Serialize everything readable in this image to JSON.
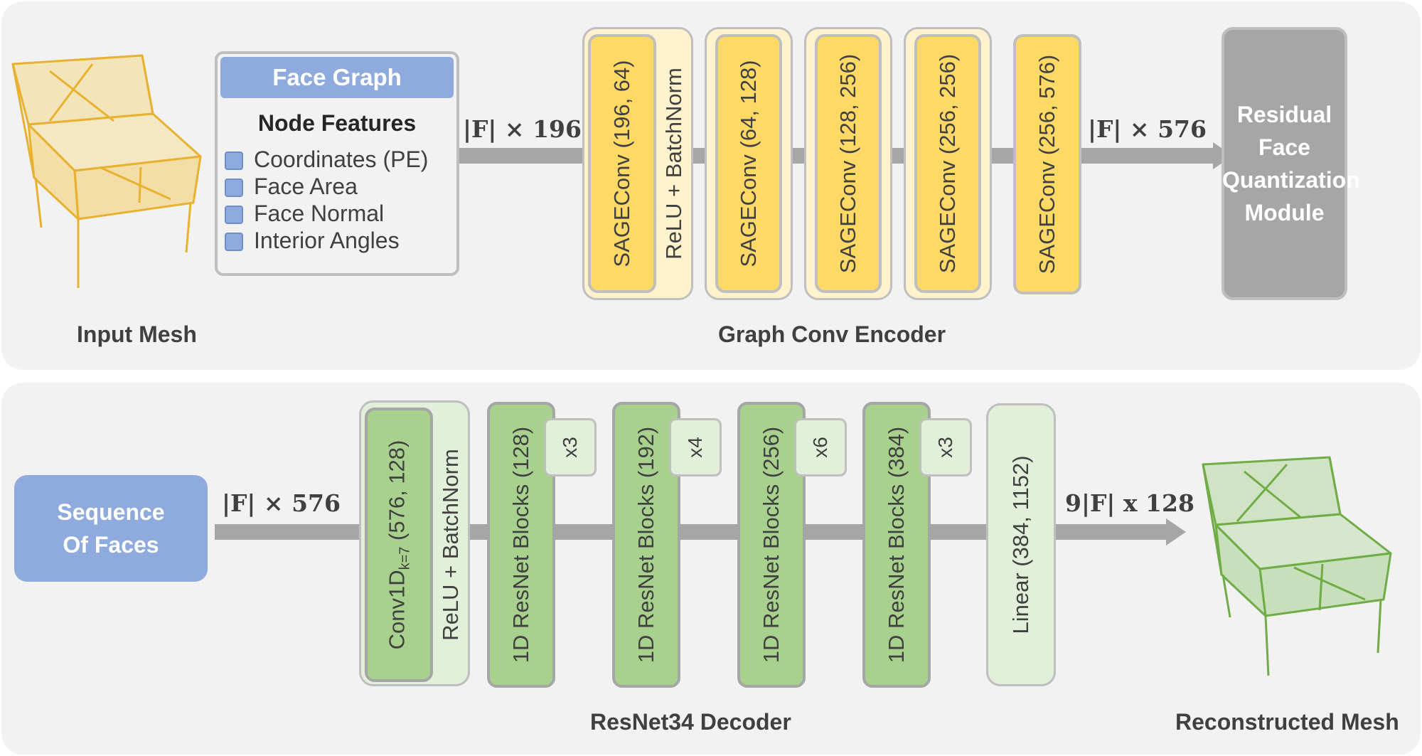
{
  "encoder_panel": {
    "input_mesh_caption": "Input Mesh",
    "encoder_caption": "Graph Conv Encoder",
    "face_graph": {
      "title": "Face Graph",
      "subtitle": "Node Features",
      "features": [
        "Coordinates (PE)",
        "Face Area",
        "Face Normal",
        "Interior Angles"
      ]
    },
    "dim_in": "|F| × 196",
    "dim_out": "|F| × 576",
    "layers": [
      {
        "main": "SAGEConv (196, 64)",
        "norm": "ReLU + BatchNorm"
      },
      {
        "main": "SAGEConv (64, 128)",
        "norm": ""
      },
      {
        "main": "SAGEConv (128, 256)",
        "norm": ""
      },
      {
        "main": "SAGEConv (256, 256)",
        "norm": ""
      },
      {
        "main": "SAGEConv (256, 576)",
        "norm": ""
      }
    ],
    "quantizer": "Residual Face Quantization Module"
  },
  "decoder_panel": {
    "input_label": "Sequence Of Faces",
    "dim_in": "|F| × 576",
    "dim_out": "9|F| x 128",
    "conv": {
      "main_prefix": "Conv1D",
      "main_sub": "k=7",
      "main_suffix": " (576, 128)",
      "norm": "ReLU + BatchNorm"
    },
    "resnet_blocks": [
      {
        "label": "1D ResNet Blocks (128)",
        "repeat": "x3"
      },
      {
        "label": "1D ResNet Blocks (192)",
        "repeat": "x4"
      },
      {
        "label": "1D ResNet Blocks (256)",
        "repeat": "x6"
      },
      {
        "label": "1D ResNet Blocks (384)",
        "repeat": "x3"
      }
    ],
    "linear": "Linear (384, 1152)",
    "decoder_caption": "ResNet34 Decoder",
    "output_caption": "Reconstructed Mesh"
  },
  "colors": {
    "panel_bg": "#f2f2f2",
    "blue": "#8faadc",
    "yellow": "#ffd966",
    "yellow_light": "#fff2cc",
    "green": "#a9d18e",
    "green_light": "#e2f0d9",
    "gray_module": "#a6a6a6",
    "mesh_yellow": "#e8b230",
    "mesh_green": "#70ad47"
  }
}
